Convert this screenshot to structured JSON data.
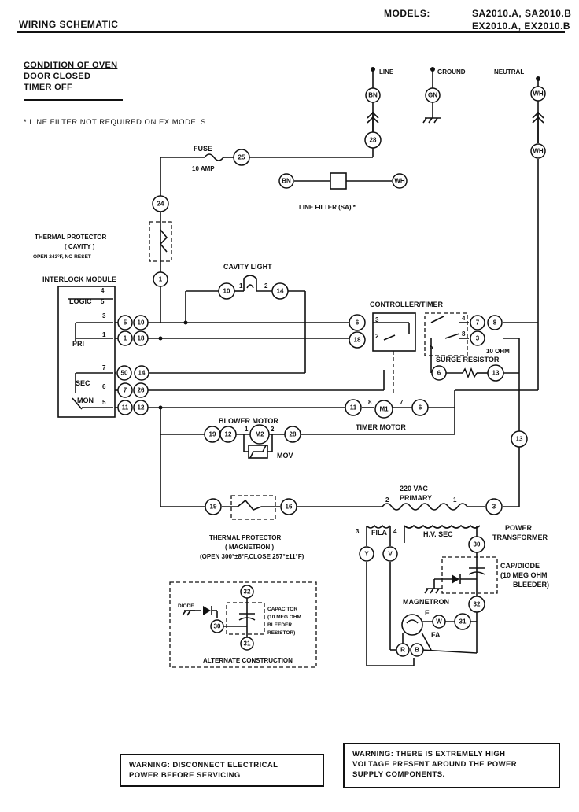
{
  "header": {
    "title": "WIRING SCHEMATIC",
    "models_label": "MODELS:",
    "models_line1": "SA2010.A, SA2010.B",
    "models_line2": "EX2010.A, EX2010.B"
  },
  "condition": {
    "title": "CONDITION OF OVEN",
    "line1": "DOOR CLOSED",
    "line2": "TIMER OFF"
  },
  "note": "* LINE FILTER NOT REQUIRED ON EX MODELS",
  "labels": {
    "line": "LINE",
    "ground": "GROUND",
    "neutral": "NEUTRAL",
    "fuse": "FUSE",
    "fuse_rating": "10 AMP",
    "line_filter": "LINE FILTER (SA) *",
    "thermal_cavity_1": "THERMAL PROTECTOR",
    "thermal_cavity_2": "( CAVITY )",
    "thermal_cavity_3": "OPEN 243°F, NO RESET",
    "interlock": "INTERLOCK MODULE",
    "logic": "LOGIC",
    "pri": "PRI",
    "sec": "SEC",
    "mon": "MON",
    "cavity_light": "CAVITY LIGHT",
    "controller": "CONTROLLER/TIMER",
    "surge_ohm": "10 OHM",
    "surge": "SURGE RESISTOR",
    "blower": "BLOWER MOTOR",
    "mov": "MOV",
    "timer_motor": "TIMER MOTOR",
    "vac": "220 VAC",
    "primary": "PRIMARY",
    "thermal_mag_1": "THERMAL PROTECTOR",
    "thermal_mag_2": "( MAGNETRON )",
    "thermal_mag_3": "(OPEN 300°±8°F,CLOSE 257°±11°F)",
    "fila": "FILA",
    "hv_sec": "H.V. SEC",
    "power_1": "POWER",
    "power_2": "TRANSFORMER",
    "capdiode_1": "CAP/DIODE",
    "capdiode_2": "(10 MEG OHM",
    "capdiode_3": "BLEEDER)",
    "magnetron": "MAGNETRON",
    "f": "F",
    "fa": "FA",
    "alt_diode": "DIODE",
    "alt_cap_1": "CAPACITOR",
    "alt_cap_2": "(10 MEG OHM",
    "alt_cap_3": "BLEEDER",
    "alt_cap_4": "RESISTOR)",
    "alt_title": "ALTERNATE CONSTRUCTION"
  },
  "terminals": {
    "bn": "BN",
    "gn": "GN",
    "wh": "WH",
    "t25": "25",
    "t26": "26",
    "t24": "24",
    "t1": "1",
    "t10": "10",
    "t14": "14",
    "t5": "5",
    "t18": "18",
    "t50": "50",
    "t7": "7",
    "t11": "11",
    "t12": "12",
    "t6": "6",
    "t8": "8",
    "t3": "3",
    "t13": "13",
    "t19": "19",
    "t28": "28",
    "t16": "16",
    "m1": "M1",
    "m2": "M2",
    "y": "Y",
    "v": "V",
    "w": "W",
    "t30": "30",
    "t31": "31",
    "t32": "32",
    "r": "R",
    "b": "B",
    "alt32": "32",
    "alt30": "30",
    "alt31": "31"
  },
  "warnings": {
    "left_1": "WARNING: DISCONNECT ELECTRICAL",
    "left_2": "POWER BEFORE SERVICING",
    "right_1": "WARNING: THERE IS EXTREMELY HIGH",
    "right_2": "VOLTAGE PRESENT AROUND THE POWER",
    "right_3": "SUPPLY COMPONENTS."
  }
}
